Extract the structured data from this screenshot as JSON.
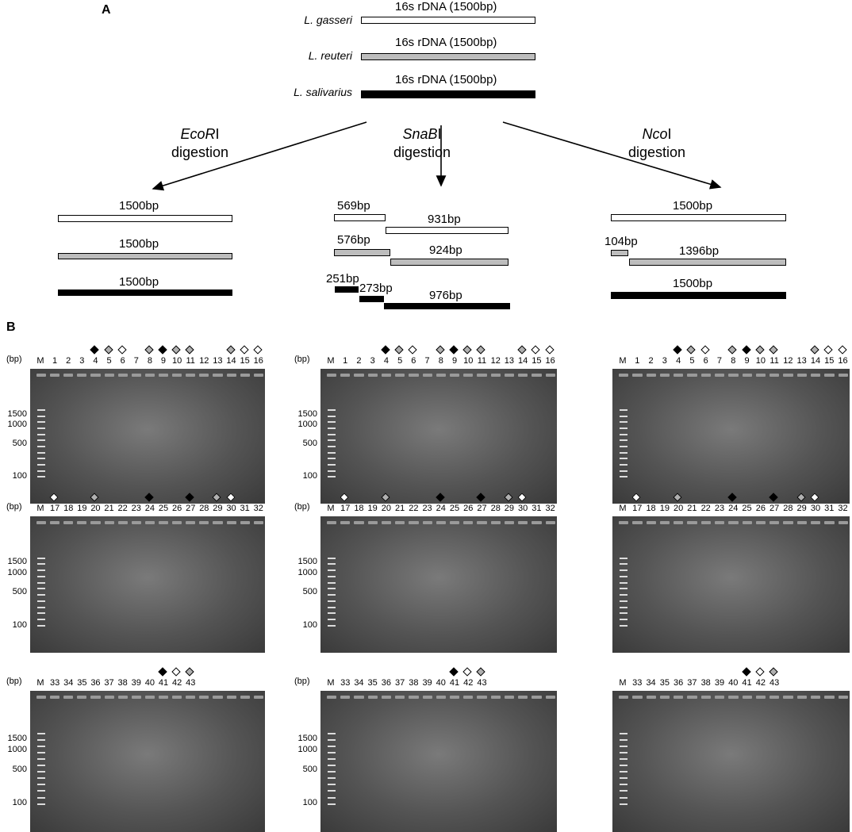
{
  "panel_a": {
    "label": "A",
    "species": [
      {
        "name": "L. gasseri",
        "fragment": "16s rDNA (1500bp)",
        "fill": "#ffffff"
      },
      {
        "name": "L. reuteri",
        "fragment": "16s rDNA (1500bp)",
        "fill": "#bdbdbd"
      },
      {
        "name": "L. salivarius",
        "fragment": "16s rDNA (1500bp)",
        "fill": "#000000"
      }
    ],
    "digests": [
      {
        "enzyme": "EcoR",
        "suffix": "I",
        "word": "digestion",
        "fragments": [
          [
            "1500bp"
          ],
          [
            "1500bp"
          ],
          [
            "1500bp"
          ]
        ]
      },
      {
        "enzyme": "SnaB",
        "suffix": "I",
        "word": "digestion",
        "fragments": [
          [
            "569bp",
            "931bp"
          ],
          [
            "576bp",
            "924bp"
          ],
          [
            "251bp",
            "273bp",
            "976bp"
          ]
        ]
      },
      {
        "enzyme": "Nco",
        "suffix": "I",
        "word": "digestion",
        "fragments": [
          [
            "1500bp"
          ],
          [
            "104bp",
            "1396bp"
          ],
          [
            "1500bp"
          ]
        ]
      }
    ]
  },
  "panel_b": {
    "label": "B",
    "bp_unit": "(bp)",
    "marker_label": "M",
    "ladder_ticks": [
      "1500",
      "1000",
      "500",
      "100"
    ],
    "rows": [
      {
        "lanes": [
          "1",
          "2",
          "3",
          "4",
          "5",
          "6",
          "7",
          "8",
          "9",
          "10",
          "11",
          "12",
          "13",
          "14",
          "15",
          "16"
        ],
        "symbols": [
          "",
          "",
          "",
          "black",
          "gray",
          "white",
          "",
          "gray",
          "black",
          "gray",
          "gray",
          "",
          "",
          "gray",
          "white",
          "white"
        ]
      },
      {
        "lanes": [
          "17",
          "18",
          "19",
          "20",
          "21",
          "22",
          "23",
          "24",
          "25",
          "26",
          "27",
          "28",
          "29",
          "30",
          "31",
          "32"
        ],
        "symbols": [
          "white",
          "",
          "",
          "gray",
          "",
          "",
          "",
          "black",
          "",
          "",
          "black",
          "",
          "gray",
          "white",
          "",
          ""
        ]
      },
      {
        "lanes": [
          "33",
          "34",
          "35",
          "36",
          "37",
          "38",
          "39",
          "40",
          "41",
          "42",
          "43"
        ],
        "symbols": [
          "",
          "",
          "",
          "",
          "",
          "",
          "",
          "",
          "black",
          "white",
          "gray"
        ]
      }
    ]
  },
  "colors": {
    "white_marker": "#ffffff",
    "gray_marker": "#b0b0b0",
    "black_marker": "#000000"
  }
}
